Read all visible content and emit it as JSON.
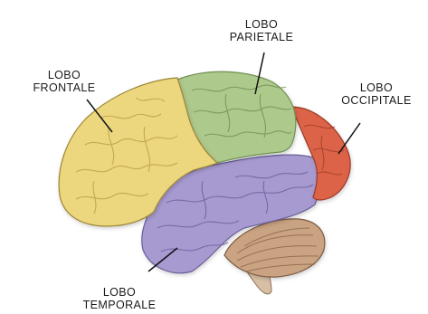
{
  "labels": {
    "frontal": {
      "line1": "LOBO",
      "line2": "FRONTALE"
    },
    "parietal": {
      "line1": "LOBO",
      "line2": "PARIETALE"
    },
    "occipital": {
      "line1": "LOBO",
      "line2": "OCCIPITALE"
    },
    "temporal": {
      "line1": "LOBO",
      "line2": "TEMPORALE"
    }
  },
  "colors": {
    "frontal": "#ecd67e",
    "parietal": "#aec98c",
    "occipital": "#dc6446",
    "temporal": "#a79ad0",
    "cerebellum": "#c9a382",
    "brainstem": "#d7bfa5",
    "leader_line": "#111111"
  }
}
